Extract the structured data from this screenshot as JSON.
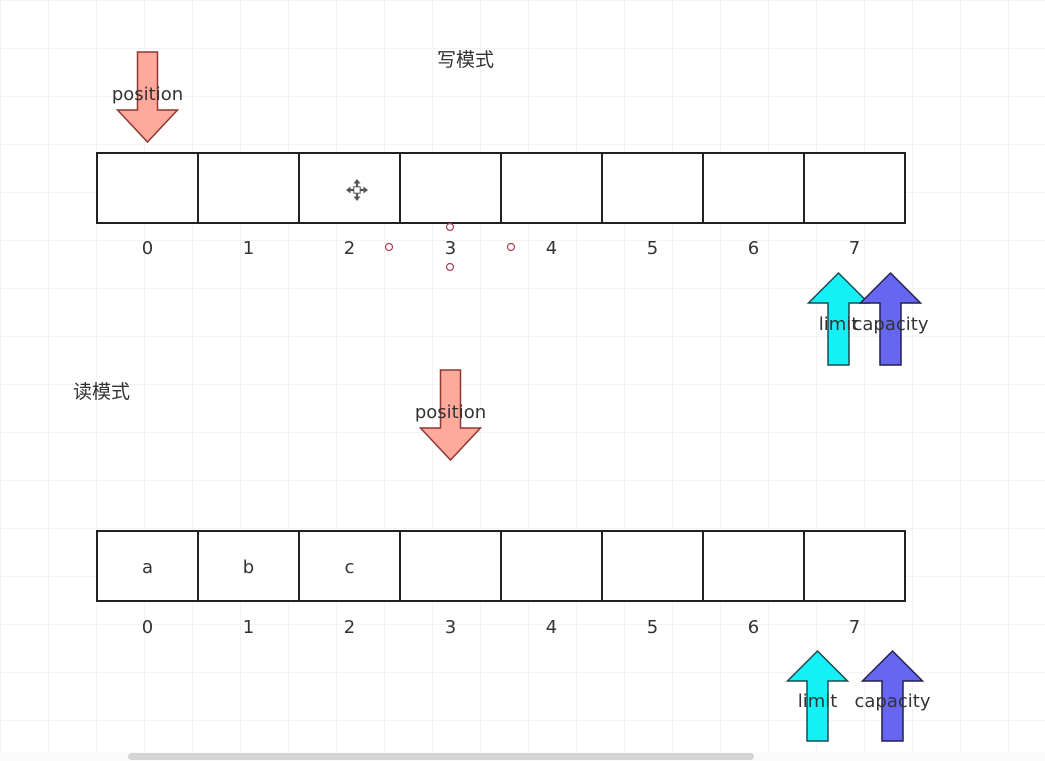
{
  "write_mode": {
    "title": "写模式",
    "cells": [
      "",
      "",
      "",
      "",
      "",
      "",
      "",
      ""
    ],
    "indices": [
      "0",
      "1",
      "2",
      "3",
      "4",
      "5",
      "6",
      "7"
    ],
    "position_label": "position",
    "position_index": 0,
    "limit_label": "limit",
    "limit_index": 7,
    "capacity_label": "capacity",
    "capacity_index": 7
  },
  "read_mode": {
    "title": "读模式",
    "cells": [
      "a",
      "b",
      "c",
      "",
      "",
      "",
      "",
      ""
    ],
    "indices": [
      "0",
      "1",
      "2",
      "3",
      "4",
      "5",
      "6",
      "7"
    ],
    "position_label": "position",
    "position_index": 3,
    "limit_label": "limit",
    "limit_index": 7,
    "capacity_label": "capacity",
    "capacity_index": 7
  },
  "colors": {
    "position_arrow": "#ffa89c",
    "limit_arrow": "#14f0f5",
    "capacity_arrow": "#6666f0",
    "handle": "#b04050"
  },
  "icons": {
    "move_cursor": "move-cursor-icon"
  }
}
